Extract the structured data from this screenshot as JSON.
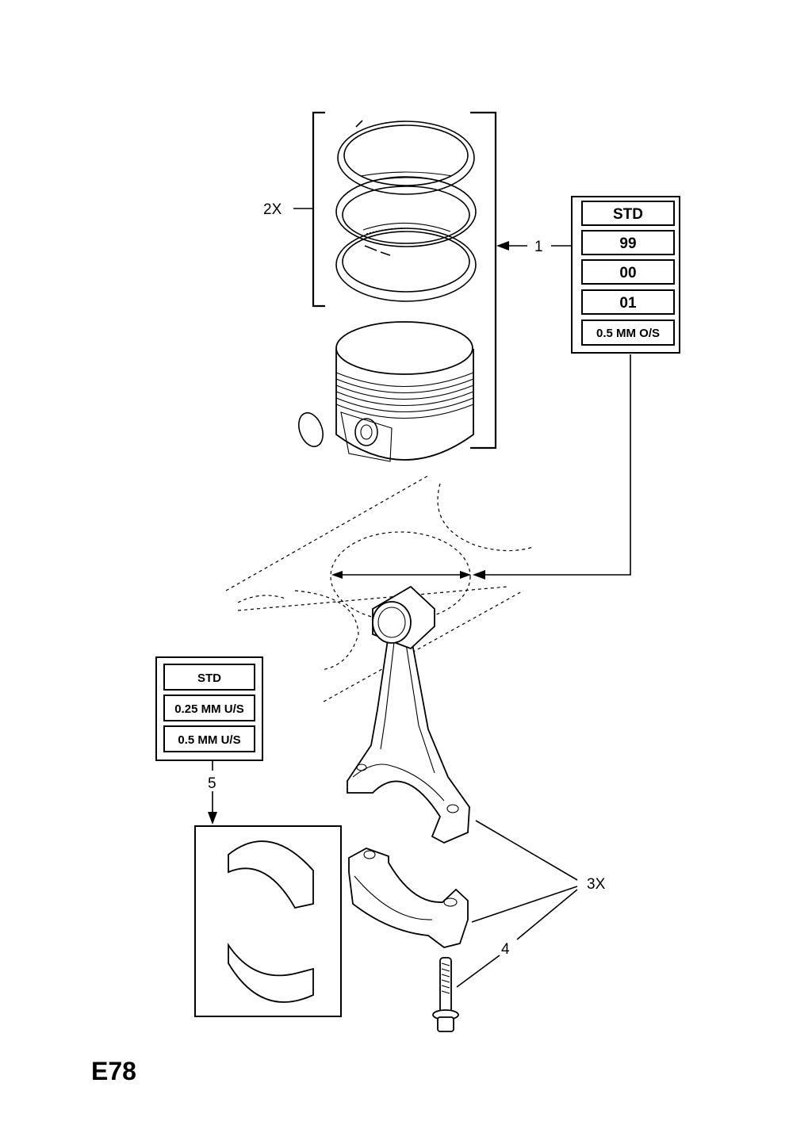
{
  "callouts": {
    "part1": "1",
    "part2_qty": "2X",
    "part3_qty": "3X",
    "part4": "4",
    "part5": "5"
  },
  "piston_options": [
    "STD",
    "99",
    "00",
    "01",
    "0.5 MM O/S"
  ],
  "bearing_options": [
    "STD",
    "0.25 MM U/S",
    "0.5 MM U/S"
  ],
  "page_code": "E78"
}
